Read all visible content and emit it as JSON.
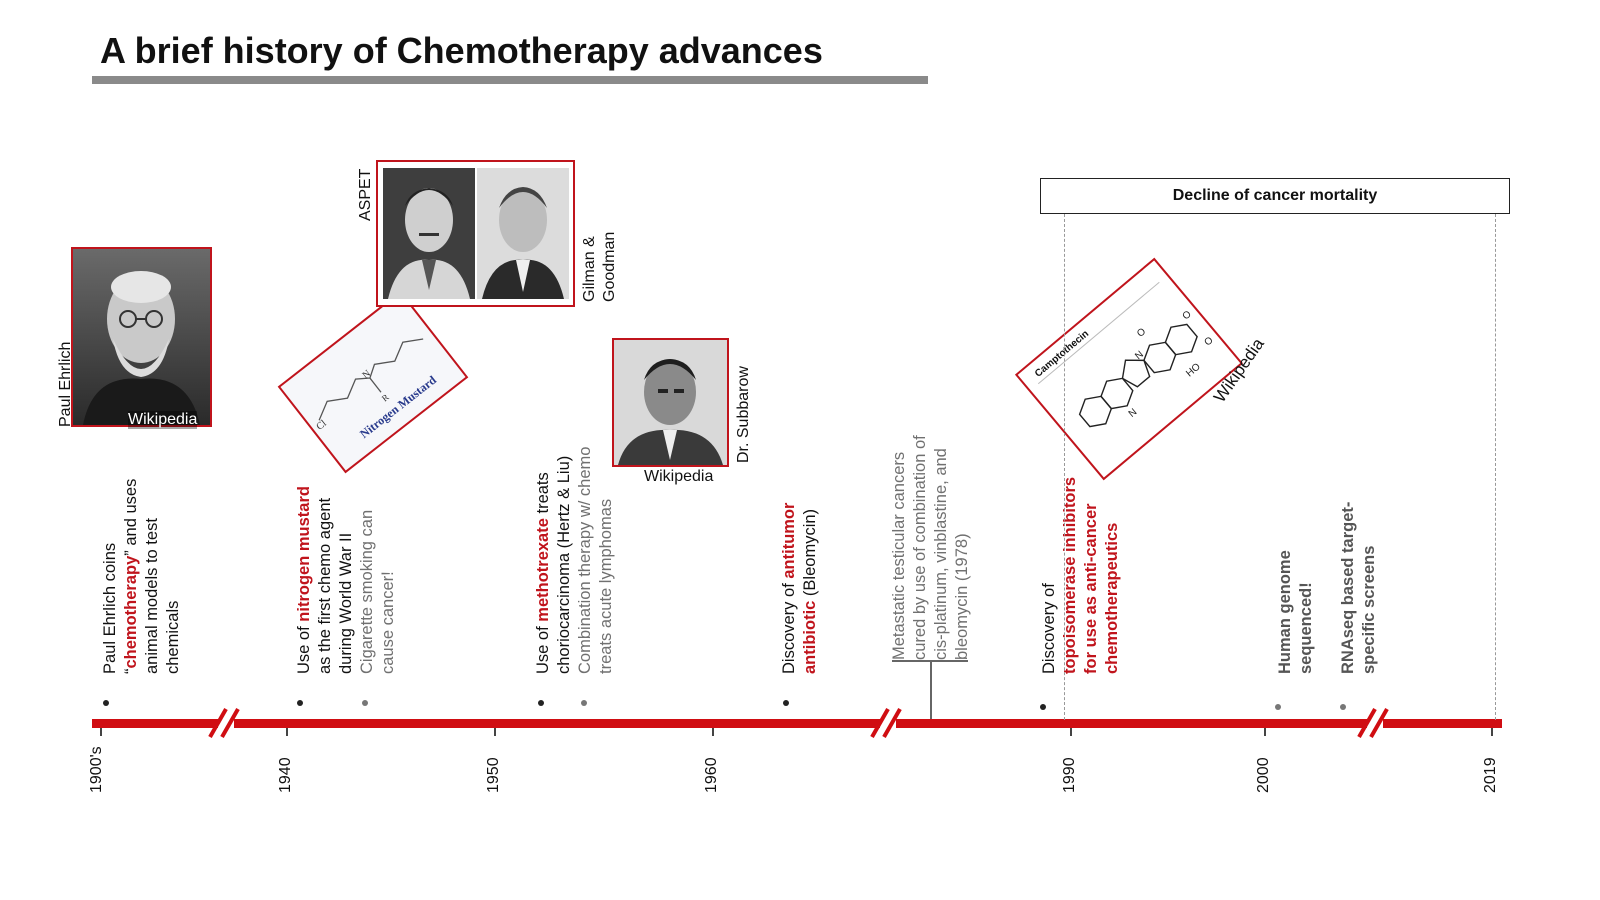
{
  "title": "A brief history of Chemotherapy advances",
  "colors": {
    "accent": "#d00d12",
    "highlight": "#c0141c",
    "title_bar": "#8a8a8a"
  },
  "axis_labels": [
    "1900's",
    "1940",
    "1950",
    "1960",
    "1990",
    "2000",
    "2019"
  ],
  "events": [
    {
      "lines": [
        "Paul Ehrlich coins"
      ],
      "l2a": "“",
      "l2b": "chemotherapy",
      "l2c": "” and uses",
      "rest": [
        "animal models to test",
        "chemicals"
      ]
    },
    {
      "pre": "Use of ",
      "red": "nitrogen mustard",
      "rest": [
        "as the first chemo agent",
        "during World War II"
      ],
      "gray": [
        "Cigarette smoking can",
        "cause cancer!"
      ]
    },
    {
      "pre": "Use of ",
      "red": "methotrexate",
      "post": " treats",
      "rest": [
        "choriocarcinoma (Hertz & Liu)"
      ],
      "gray": [
        "Combination therapy w/ chemo",
        "treats acute lymphomas"
      ]
    },
    {
      "pre": "Discovery of ",
      "red1": "antitumor",
      "red2": "antibiotic",
      "post": " (Bleomycin)"
    },
    {
      "gray": [
        "Metastatic testicular cancers",
        "cured by use of combination of",
        "cis-platinum, vinblastine, and",
        "bleomycin (1978)"
      ]
    },
    {
      "pre": "Discovery of",
      "red": [
        "topoisomerase inhibitors",
        "for use as anti-cancer",
        "chemotherapeutics"
      ]
    },
    {
      "bold": [
        "Human genome",
        "sequenced!"
      ]
    },
    {
      "bold": [
        "RNAseq based target-",
        "specific screens"
      ]
    }
  ],
  "image_labels": {
    "ehrlich_name": "Paul Ehrlich",
    "ehrlich_source": "Wikipedia",
    "aspet": "ASPET",
    "gilman": [
      "Gilman &",
      "Goodman"
    ],
    "nitrogen_mustard": "Nitrogen Mustard",
    "subbarow_name": "Dr. Subbarow",
    "subbarow_source": "Wikipedia",
    "camptothecin": "Camptothecin",
    "camptothecin_source": "Wikipedia"
  },
  "mortality_box": "Decline of cancer mortality"
}
